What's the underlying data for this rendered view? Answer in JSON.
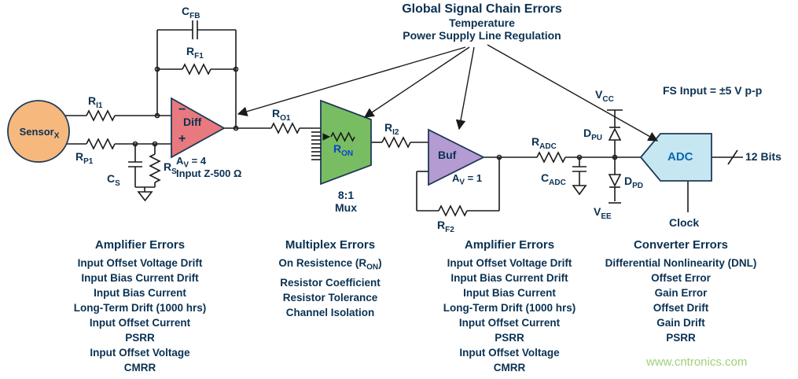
{
  "colors": {
    "ink": "#0a3152",
    "wire": "#1a1a1a",
    "shape_stroke": "#1f3a57",
    "sensor_fill": "#f6b87d",
    "diff_fill": "#e8797e",
    "mux_fill": "#79bd62",
    "buf_fill": "#b49bd2",
    "adc_fill": "#c6e6f2",
    "ron_blue": "#0847c8",
    "adc_blue": "#0c67ad",
    "watermark_green": "#a0d178"
  },
  "header": {
    "title": "Global Signal Chain Errors",
    "subtitle1": "Temperature",
    "subtitle2": "Power Supply Line Regulation"
  },
  "sensor": {
    "m": "Sensor",
    "s": "X"
  },
  "labels": {
    "cfb": {
      "m": "C",
      "s": "FB"
    },
    "rf1": {
      "m": "R",
      "s": "F1"
    },
    "ri1": {
      "m": "R",
      "s": "I1"
    },
    "rp1": {
      "m": "R",
      "s": "P1"
    },
    "cs": {
      "m": "C",
      "s": "S"
    },
    "rs": {
      "m": "R",
      "s": "S"
    },
    "minus": "−",
    "plus": "+",
    "diff": "Diff",
    "av4": {
      "m": "A",
      "s": "V",
      "p": " = 4"
    },
    "inputz": "Input Z-500 Ω",
    "ro1": {
      "m": "R",
      "s": "O1"
    },
    "ron": {
      "m": "R",
      "s": "ON"
    },
    "mux_ratio": "8:1",
    "mux": "Mux",
    "ri2": {
      "m": "R",
      "s": "I2"
    },
    "buf": "Buf",
    "av1": {
      "m": "A",
      "s": "V",
      "p": " = 1"
    },
    "rf2": {
      "m": "R",
      "s": "F2"
    },
    "radc": {
      "m": "R",
      "s": "ADC"
    },
    "cadc": {
      "m": "C",
      "s": "ADC"
    },
    "dpu": {
      "m": "D",
      "s": "PU"
    },
    "dpd": {
      "m": "D",
      "s": "PD"
    },
    "vcc": {
      "m": "V",
      "s": "CC"
    },
    "vee": {
      "m": "V",
      "s": "EE"
    },
    "adc": "ADC",
    "fs_input": "FS Input = ±5 V p-p",
    "bits": "12 Bits",
    "clock": "Clock"
  },
  "error_columns": [
    {
      "title": "Amplifier Errors",
      "items": [
        "Input Offset Voltage Drift",
        "Input Bias Current Drift",
        "Input Bias Current",
        "Long-Term Drift (1000 hrs)",
        "Input Offset Current",
        "PSRR",
        "Input Offset Voltage",
        "CMRR"
      ]
    },
    {
      "title": "Multiplex Errors",
      "items": [
        {
          "pre": "On Resistence (R",
          "sub": "ON",
          "post": ")"
        },
        "Resistor Coefficient",
        "Resistor Tolerance",
        "Channel Isolation"
      ]
    },
    {
      "title": "Amplifier Errors",
      "items": [
        "Input Offset Voltage Drift",
        "Input Bias Current Drift",
        "Input Bias Current",
        "Long-Term Drift (1000 hrs)",
        "Input Offset Current",
        "PSRR",
        "Input Offset Voltage",
        "CMRR"
      ]
    },
    {
      "title": "Converter Errors",
      "items": [
        "Differential Nonlinearity (DNL)",
        "Offset Error",
        "Gain Error",
        "Offset Drift",
        "Gain Drift",
        "PSRR"
      ]
    }
  ],
  "watermark": "www.cntronics.com"
}
